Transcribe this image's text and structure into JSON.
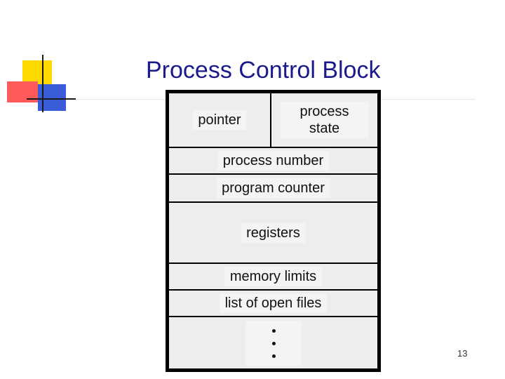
{
  "slide": {
    "title": "Process Control Block",
    "number": "13"
  },
  "pcb": {
    "pointer": "pointer",
    "process_state": "process state",
    "process_number": "process number",
    "program_counter": "program counter",
    "registers": "registers",
    "memory_limits": "memory limits",
    "open_files": "list of open files",
    "ellipsis": "⋮"
  },
  "colors": {
    "title": "#1a1a8c",
    "logo_yellow": "#ffd800",
    "logo_red": "#ff5a5a",
    "logo_blue": "#3a5cd8",
    "box_fill": "#ededed",
    "border": "#000000"
  },
  "icons": {
    "logo": "slide-logo-squares"
  }
}
